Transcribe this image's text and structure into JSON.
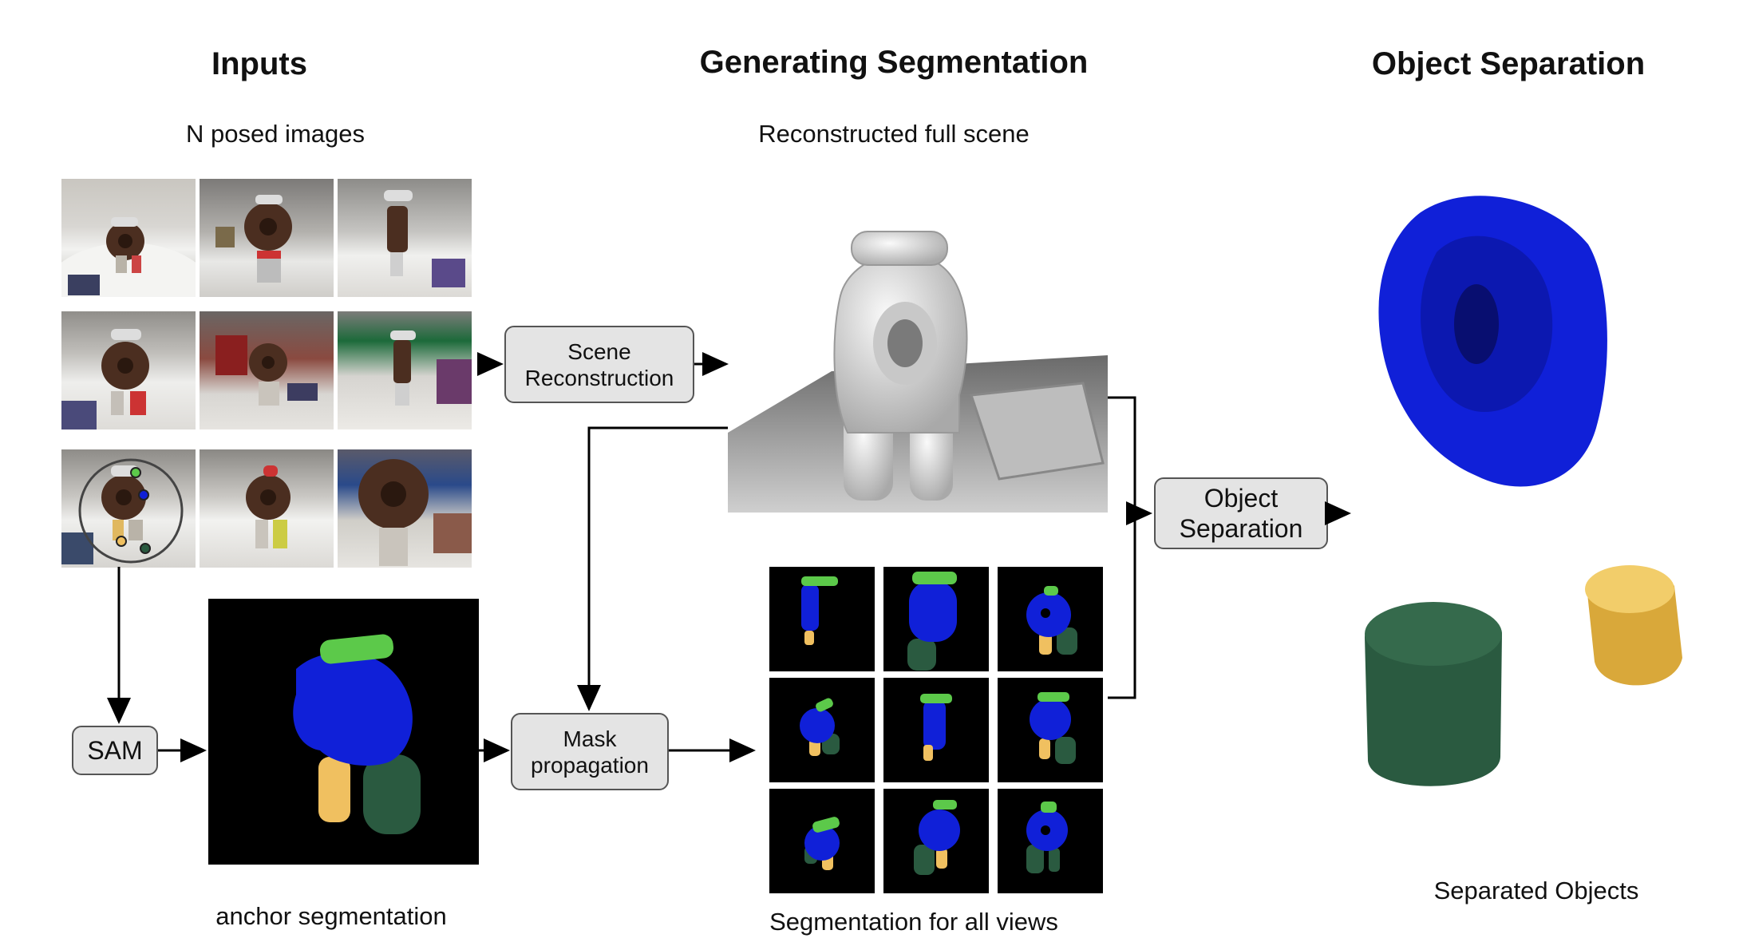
{
  "headings": {
    "inputs": "Inputs",
    "generating": "Generating Segmentation",
    "separation": "Object Separation"
  },
  "captions": {
    "posed_images": "N posed images",
    "reconstructed_scene": "Reconstructed full scene",
    "anchor_segmentation": "anchor segmentation",
    "segmentation_all_views": "Segmentation for all views",
    "separated_objects": "Separated Objects"
  },
  "process_boxes": {
    "scene_reconstruction": "Scene\nReconstruction",
    "sam": "SAM",
    "mask_propagation": "Mask\npropagation",
    "object_separation": "Object\nSeparation"
  },
  "colors": {
    "blue_object": "#1020d8",
    "green_lid": "#5cc94a",
    "yellow_object": "#f0c060",
    "dark_green_object": "#2a5a40",
    "box_fill": "#e4e4e4"
  }
}
